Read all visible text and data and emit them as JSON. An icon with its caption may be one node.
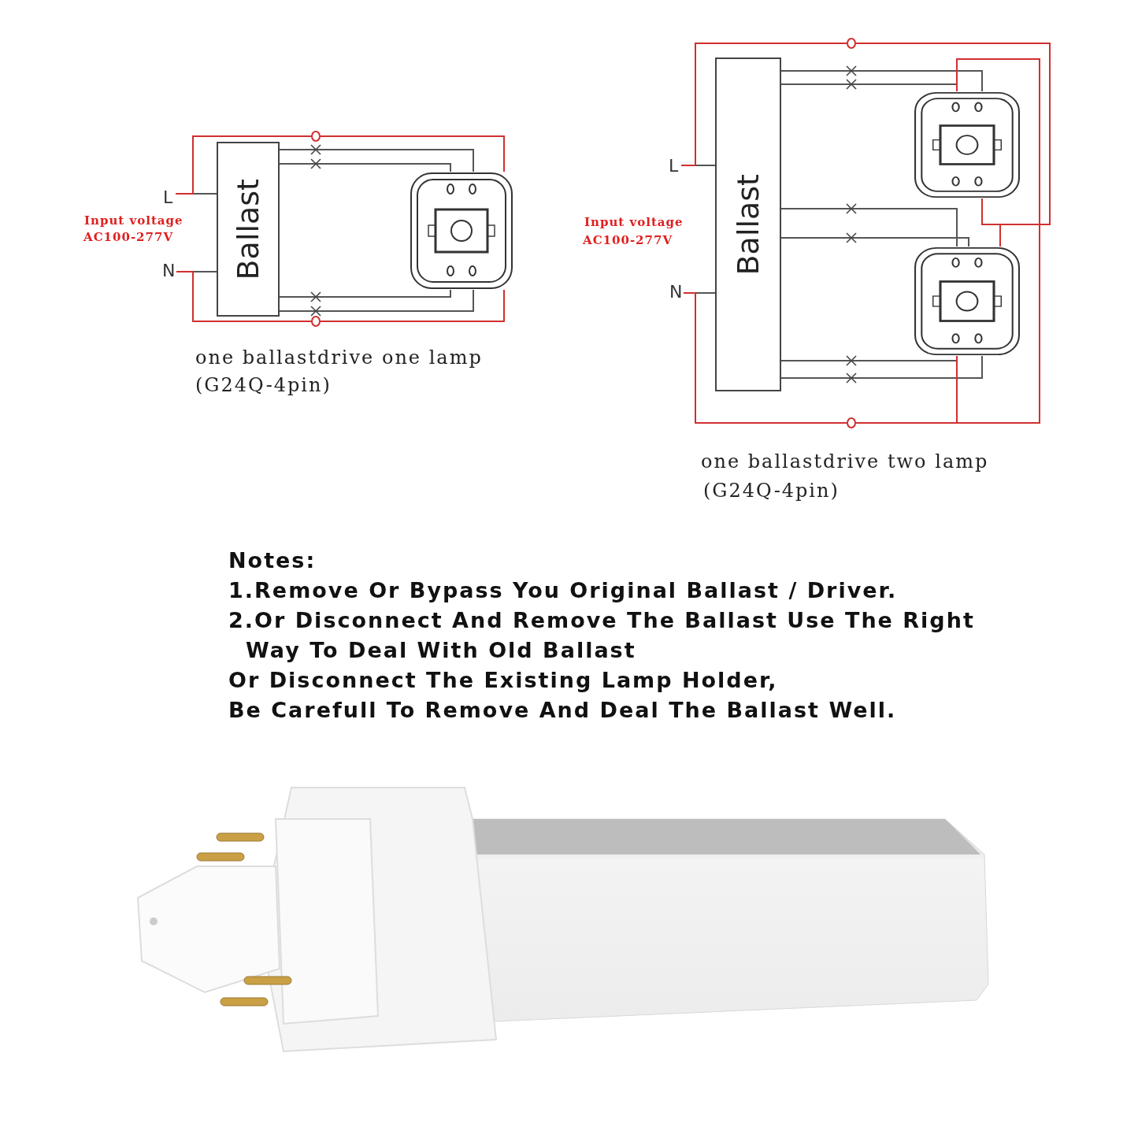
{
  "diagram": {
    "nodes": [
      {
        "text": [
          "Ballast"
        ]
      },
      {
        "text": [
          "L"
        ]
      },
      {
        "text": [
          "N"
        ]
      },
      {
        "text": [],
        "shape": "picture"
      },
      {
        "text": [
          "Ballast"
        ]
      },
      {
        "text": [
          "L"
        ]
      },
      {
        "text": [
          "N"
        ]
      },
      {
        "text": [],
        "shape": "picture"
      },
      {
        "text": [],
        "shape": "picture"
      }
    ],
    "edges": [
      {
        "from": 1,
        "to": 0,
        "arrow": "none"
      },
      {
        "from": 2,
        "to": 0,
        "arrow": "none"
      },
      {
        "from": 0,
        "to": 3,
        "arrow": "none"
      },
      {
        "from": 0,
        "to": 3,
        "arrow": "none"
      },
      {
        "from": 0,
        "to": 3,
        "arrow": "none"
      },
      {
        "from": 0,
        "to": 3,
        "arrow": "none"
      },
      {
        "from": 1,
        "to": 3,
        "arrow": "none",
        "color": "#d03030"
      },
      {
        "from": 2,
        "to": 3,
        "arrow": "none",
        "color": "#d03030"
      },
      {
        "from": 5,
        "to": 4,
        "arrow": "none"
      },
      {
        "from": 6,
        "to": 4,
        "arrow": "none"
      },
      {
        "from": 4,
        "to": 7,
        "arrow": "none"
      },
      {
        "from": 4,
        "to": 7,
        "arrow": "none"
      },
      {
        "from": 4,
        "to": 8,
        "arrow": "none"
      },
      {
        "from": 4,
        "to": 8,
        "arrow": "none"
      },
      {
        "from": 4,
        "to": 8,
        "arrow": "none"
      },
      {
        "from": 4,
        "to": 8,
        "arrow": "none"
      },
      {
        "from": 5,
        "to": 7,
        "arrow": "none",
        "color": "#d03030"
      },
      {
        "from": 5,
        "to": 8,
        "arrow": "none",
        "color": "#d03030"
      },
      {
        "from": 6,
        "to": 7,
        "arrow": "none",
        "color": "#d03030"
      },
      {
        "from": 6,
        "to": 8,
        "arrow": "none",
        "color": "#d03030"
      }
    ],
    "labels": [
      "Input voltage",
      "AC100-277V",
      "Input voltage",
      "AC100-277V",
      "one ballastdrive one lamp",
      "(G24Q-4pin)",
      "one ballastdrive two lamp",
      "(G24Q-4pin)",
      "Notes:",
      "1.Remove Or Bypass You Original Ballast / Driver.",
      "2.Or Disconnect And Remove The Ballast Use The Right Way To Deal With Old Ballast",
      "Or Disconnect The Existing Lamp Holder,",
      "Be Carefull To Remove And Deal The Ballast Well."
    ]
  }
}
